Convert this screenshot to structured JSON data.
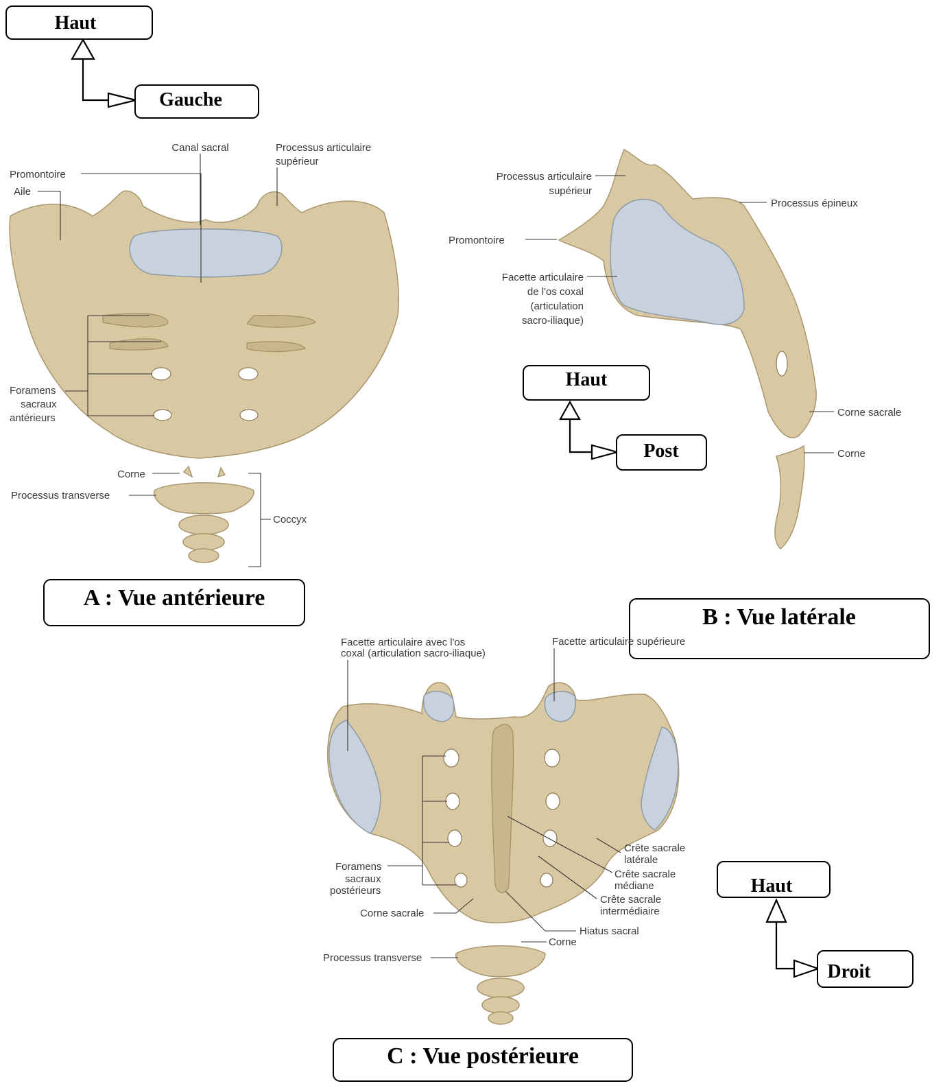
{
  "orientation_boxes": [
    {
      "up": "Haut",
      "side": "Gauche"
    },
    {
      "up": "Haut",
      "side": "Post"
    },
    {
      "up": "Haut",
      "side": "Droit"
    }
  ],
  "panels": {
    "anterior": {
      "title": "A : Vue antérieure",
      "labels": {
        "canal_sacral": "Canal sacral",
        "processus_articulaire_1": "Processus articulaire",
        "processus_articulaire_2": "supérieur",
        "promontoire": "Promontoire",
        "aile": "Aile",
        "foramens_1": "Foramens",
        "foramens_2": "sacraux",
        "foramens_3": "antérieurs",
        "corne": "Corne",
        "processus_transverse": "Processus transverse",
        "coccyx": "Coccyx"
      }
    },
    "lateral": {
      "title": "B : Vue latérale",
      "labels": {
        "processus_articulaire_1": "Processus articulaire",
        "processus_articulaire_2": "supérieur",
        "processus_epineux": "Processus épineux",
        "promontoire": "Promontoire",
        "facette_1": "Facette articulaire",
        "facette_2": "de l'os coxal",
        "facette_3": "(articulation",
        "facette_4": "sacro-iliaque)",
        "corne_sacrale": "Corne sacrale",
        "corne": "Corne"
      }
    },
    "posterior": {
      "title": "C : Vue postérieure",
      "labels": {
        "facette_coxal_1": "Facette articulaire avec l'os",
        "facette_coxal_2": "coxal (articulation sacro-iliaque)",
        "facette_sup": "Facette articulaire supérieure",
        "foramens_1": "Foramens",
        "foramens_2": "sacraux",
        "foramens_3": "postérieurs",
        "corne_sacrale": "Corne sacrale",
        "processus_transverse": "Processus transverse",
        "crete_laterale_1": "Crête sacrale",
        "crete_laterale_2": "latérale",
        "crete_mediane_1": "Crête sacrale",
        "crete_mediane_2": "médiane",
        "crete_inter_1": "Crête sacrale",
        "crete_inter_2": "intermédiaire",
        "hiatus": "Hiatus sacral",
        "corne": "Corne"
      }
    }
  }
}
